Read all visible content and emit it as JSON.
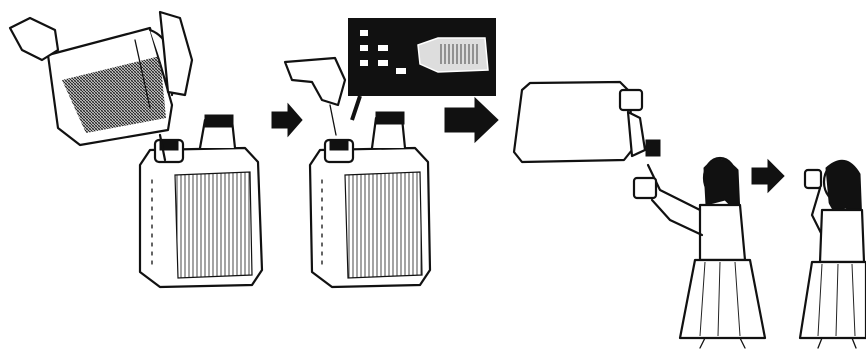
{
  "diagram": {
    "steps": [
      {
        "id": "fill-container"
      },
      {
        "id": "add-chlorine"
      },
      {
        "id": "dispense-water"
      },
      {
        "id": "drink-water"
      }
    ],
    "arrows": 3,
    "colors": {
      "ink": "#111111",
      "background": "#ffffff"
    }
  }
}
